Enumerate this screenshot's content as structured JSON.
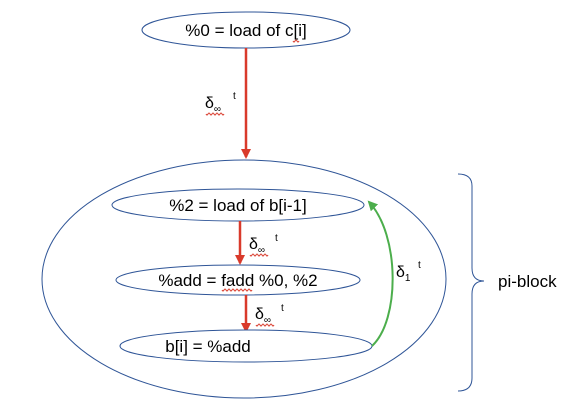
{
  "colors": {
    "outline": "#2f5597",
    "dependence_edge": "#d93a2b",
    "loop_carried_edge": "#4cae4c",
    "text": "#000000",
    "spellcheck_underline": "#d93a2b"
  },
  "nodes": [
    {
      "id": "load_c",
      "label": "%0 = load of c[i]"
    },
    {
      "id": "load_b",
      "label": "%2 = load of b[i-1]"
    },
    {
      "id": "fadd",
      "label": "%add = fadd %0, %2"
    },
    {
      "id": "store_b",
      "label": "b[i] = %add"
    }
  ],
  "edges": [
    {
      "from": "load_c",
      "to": "pi_block",
      "symbol": "δ",
      "subscript": "∞",
      "superscript": "t"
    },
    {
      "from": "load_b",
      "to": "fadd",
      "symbol": "δ",
      "subscript": "∞",
      "superscript": "t"
    },
    {
      "from": "fadd",
      "to": "store_b",
      "symbol": "δ",
      "subscript": "∞",
      "superscript": "t"
    },
    {
      "from": "store_b",
      "to": "load_b",
      "symbol": "δ",
      "subscript": "1",
      "superscript": "t"
    }
  ],
  "group": {
    "label": "pi-block"
  }
}
